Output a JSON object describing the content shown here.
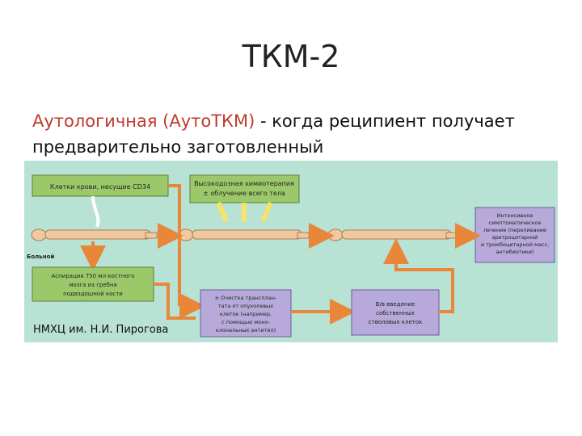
{
  "title": "ТКМ-2",
  "intro": {
    "highlight": "Аутологичная (АутоТКМ)",
    "rest": " - когда реципиент получает предварительно заготовленный"
  },
  "diagram": {
    "boxes": {
      "blood_cells": "Клетки крови, несущие CD34",
      "chemo": [
        "Высокодозная химиотерапия",
        "± облучение всего тела"
      ],
      "intensive": [
        "Интенсивное",
        "симптоматическое",
        "лечение (переливание",
        "эритроцитарной",
        "и тромбоцитарной масс,",
        "антибиотики)"
      ],
      "aspiration": [
        "Аспирация 750 мл костного",
        "мозга из гребня",
        "подвздошной кости"
      ],
      "cleaning": [
        "± Очистка трансплан-",
        "тата от опухолевых",
        "клеток (например,",
        "с помощью моно-",
        "клональных антител)"
      ],
      "infusion": [
        "В/в введение",
        "собственных",
        "стволовых клеток"
      ]
    },
    "patient_label": "Больной"
  },
  "caption": "НМХЦ им. Н.И. Пирогова",
  "colors": {
    "figure_bg": "#b8e2d4",
    "box_green": "#9bc96a",
    "box_lavender": "#b7a9d9",
    "arrow_orange": "#e8873a",
    "patient": "#f0c9a0"
  }
}
